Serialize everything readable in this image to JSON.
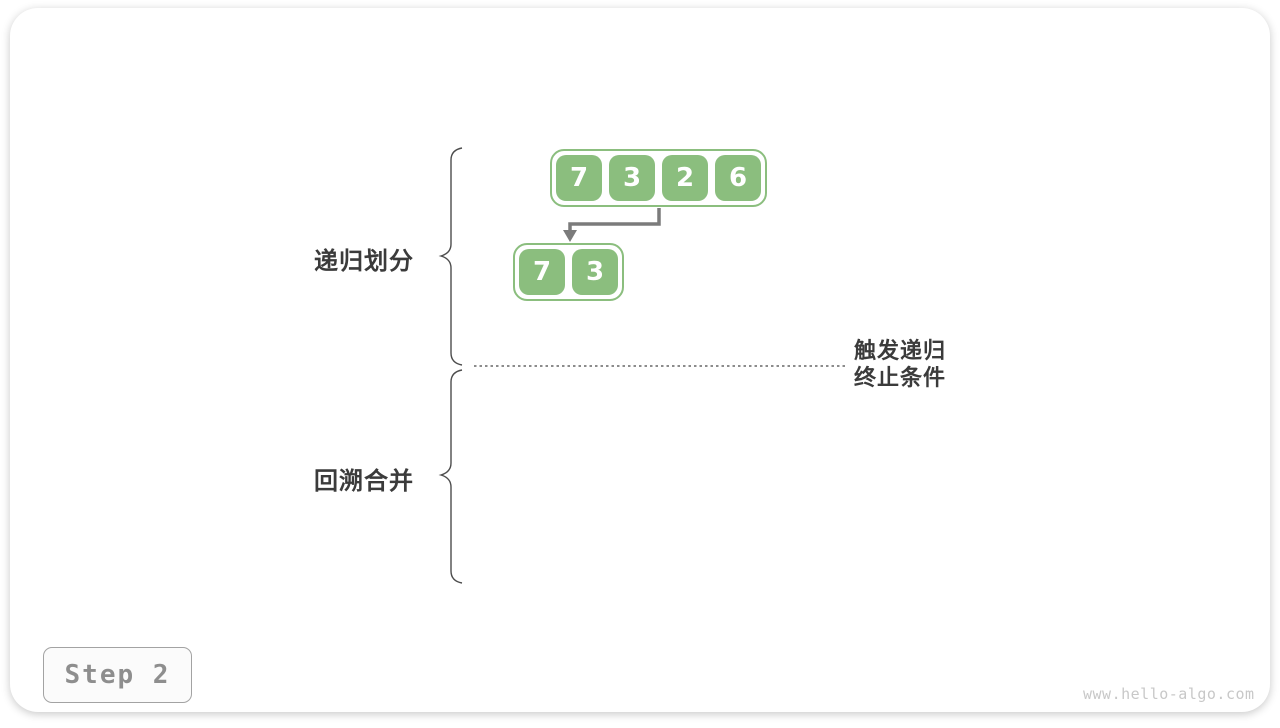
{
  "step_label": "Step 2",
  "watermark": "www.hello-algo.com",
  "labels": {
    "recursive_divide": "递归划分",
    "backtrack_merge": "回溯合并",
    "termination_line1": "触发递归",
    "termination_line2": "终止条件"
  },
  "arrays": {
    "top": [
      "7",
      "3",
      "2",
      "6"
    ],
    "sub": [
      "7",
      "3"
    ]
  },
  "colors": {
    "cell_green": "#8BBE7E",
    "arrow_gray": "#7b7b7b",
    "brace_gray": "#4d4d4d",
    "dotted_gray": "#666666",
    "label_gray": "#3b3b3b"
  }
}
